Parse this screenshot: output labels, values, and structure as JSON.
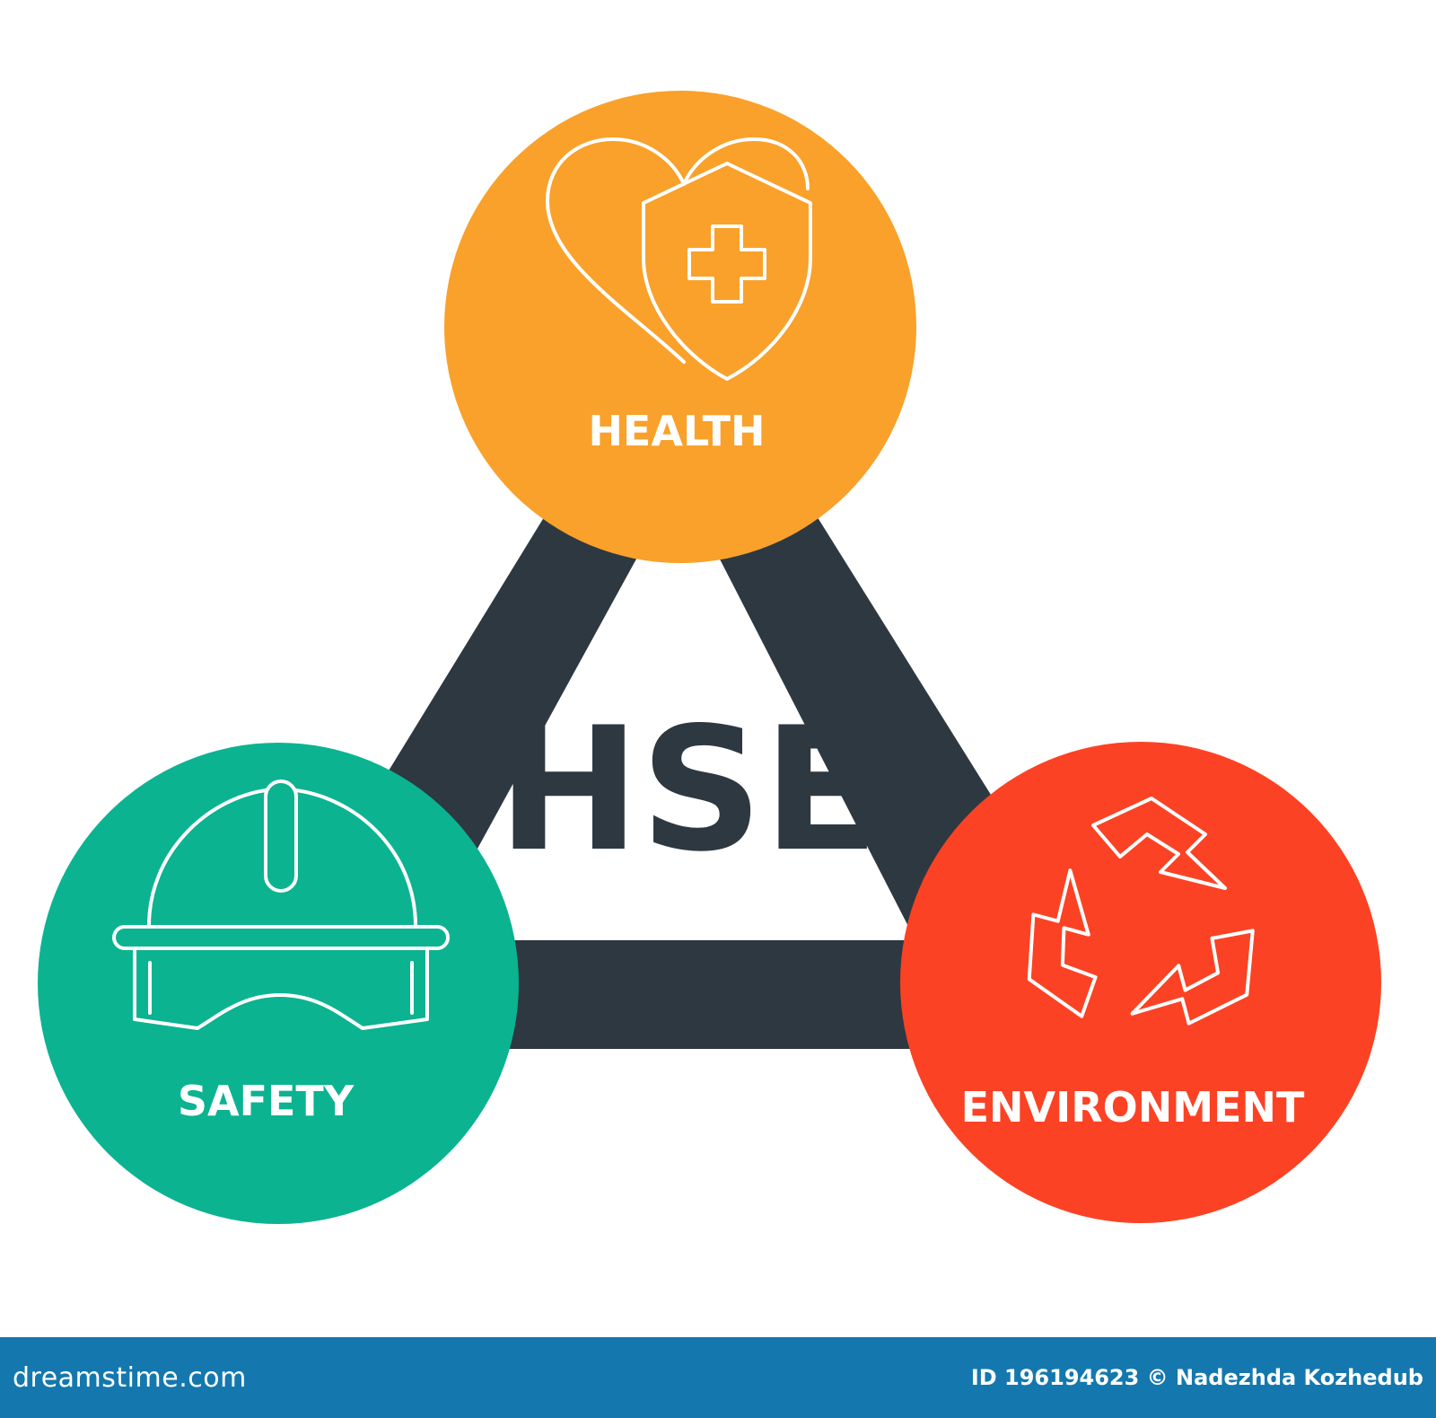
{
  "diagram": {
    "center": {
      "text": "HSE"
    },
    "nodes": [
      {
        "id": "health",
        "label": "HEALTH",
        "icon": "heart-shield-cross-icon",
        "color": "#F9A12A"
      },
      {
        "id": "safety",
        "label": "SAFETY",
        "icon": "hard-hat-goggles-icon",
        "color": "#0BB391"
      },
      {
        "id": "environment",
        "label": "ENVIRONMENT",
        "icon": "recycle-icon",
        "color": "#FC4224"
      }
    ],
    "colors": {
      "triangle": "#2E3840",
      "text_dark": "#2E3840",
      "background": "#FFFFFF"
    }
  },
  "footer": {
    "logo": "dreamstime.com",
    "credit": "ID 196194623 © Nadezhda Kozhedub",
    "color": "#1478AE"
  }
}
